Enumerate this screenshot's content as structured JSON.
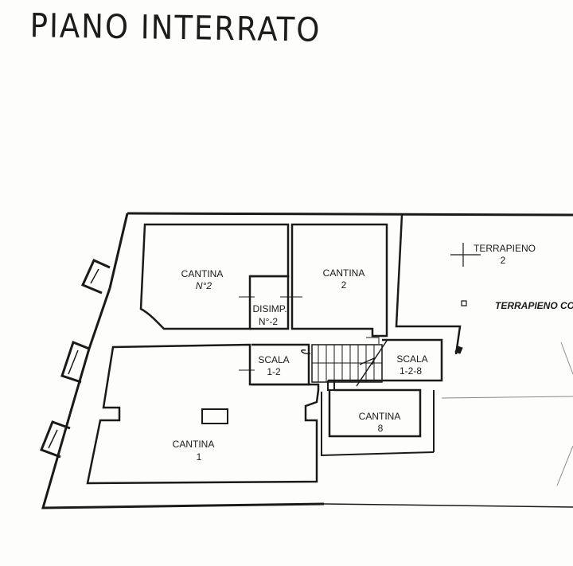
{
  "title": "PIANO INTERRATO",
  "rooms": {
    "cantina_n2": {
      "name": "CANTINA",
      "number": "N°2"
    },
    "cantina_2": {
      "name": "CANTINA",
      "number": "2"
    },
    "disimpegno": {
      "name": "DISIMP.",
      "number": "N°-2"
    },
    "scala_12": {
      "name": "SCALA",
      "number": "1-2"
    },
    "scala_128": {
      "name": "SCALA",
      "number": "1-2-8"
    },
    "cantina_8": {
      "name": "CANTINA",
      "number": "8"
    },
    "cantina_1": {
      "name": "CANTINA",
      "number": "1"
    },
    "terrapieno_2": {
      "name": "TERRAPIENO",
      "number": "2"
    },
    "terrapieno_co": {
      "name": "TERRAPIENO CO"
    }
  },
  "colors": {
    "ink": "#1a1a1a",
    "paper": "#fdfdfb"
  }
}
